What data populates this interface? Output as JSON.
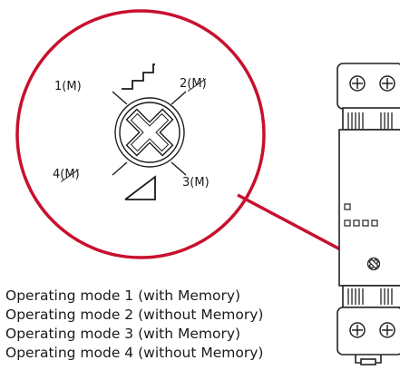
{
  "diagram": {
    "mode_labels": {
      "m1": {
        "num": "1",
        "memory": "(M)",
        "struck": false
      },
      "m2": {
        "num": "2",
        "memory": "(M)",
        "struck": true
      },
      "m3": {
        "num": "3",
        "memory": "(M)",
        "struck": false
      },
      "m4": {
        "num": "4",
        "memory": "(M)",
        "struck": true
      }
    },
    "icons": [
      "staircase-icon",
      "ramp-icon",
      "rotary-dial-icon",
      "screw-terminal-icon"
    ],
    "colors": {
      "callout": "#c8102e",
      "ink": "#1a1a1a",
      "device_outline": "#222222",
      "device_fill": "#ffffff"
    }
  },
  "legend": {
    "items": [
      "Operating mode 1 (with Memory)",
      "Operating mode 2 (without Memory)",
      "Operating mode 3 (with Memory)",
      "Operating mode 4 (without Memory)"
    ]
  }
}
